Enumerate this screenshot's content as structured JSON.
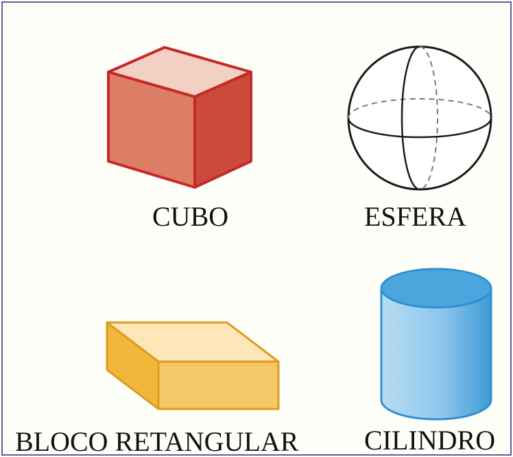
{
  "shapes": [
    {
      "id": "cube",
      "label": "CUBO",
      "color": "#cc4a3c"
    },
    {
      "id": "sphere",
      "label": "ESFERA",
      "color": "#1a1a1a"
    },
    {
      "id": "block",
      "label": "BLOCO RETANGULAR",
      "color": "#f0b640"
    },
    {
      "id": "cylinder",
      "label": "CILINDRO",
      "color": "#4ba6de"
    }
  ]
}
